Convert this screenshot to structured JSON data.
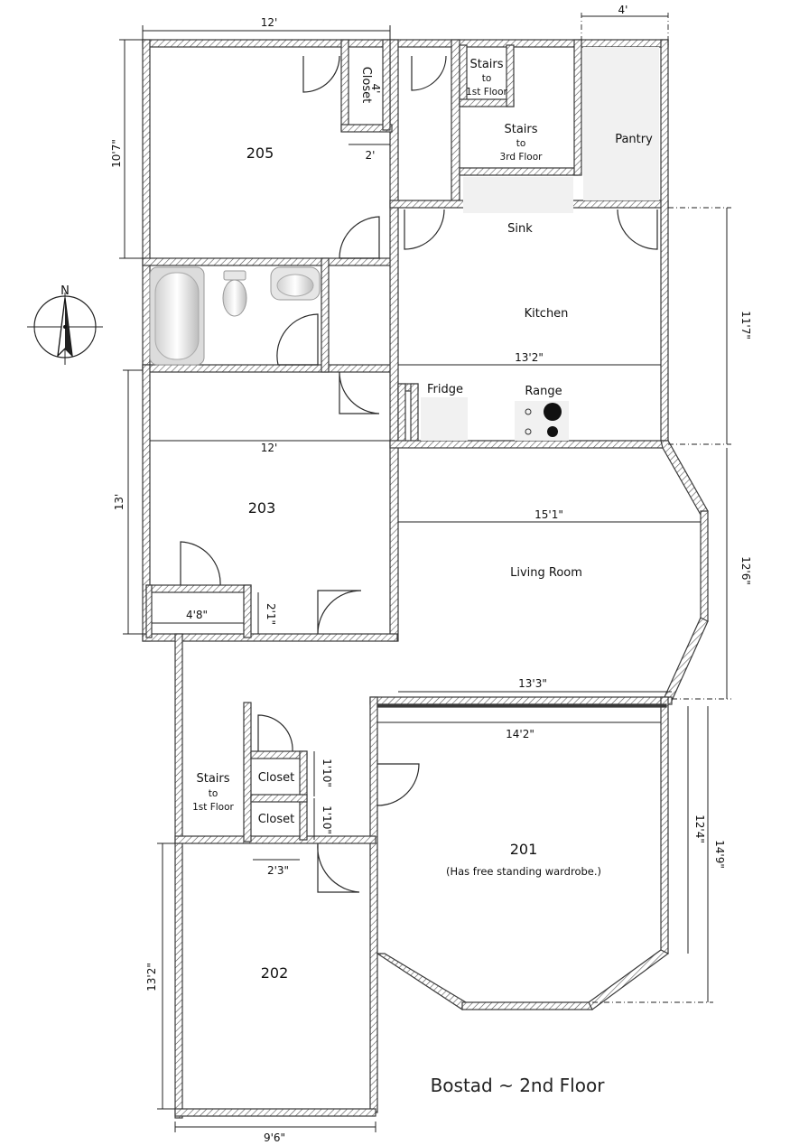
{
  "title": "Bostad ~ 2nd Floor",
  "compass": {
    "label": "N"
  },
  "rooms": {
    "r205": "205",
    "r203": "203",
    "r202": "202",
    "r201": "201",
    "r201_note": "(Has free standing wardrobe.)",
    "closet_205": "Closet",
    "stairs_1st_top_a": "Stairs",
    "stairs_1st_top_b": "to",
    "stairs_1st_top_c": "1st Floor",
    "stairs_3rd_a": "Stairs",
    "stairs_3rd_b": "to",
    "stairs_3rd_c": "3rd Floor",
    "pantry": "Pantry",
    "sink": "Sink",
    "kitchen": "Kitchen",
    "fridge": "Fridge",
    "range": "Range",
    "living_room": "Living Room",
    "stairs_1st_low_a": "Stairs",
    "stairs_1st_low_b": "to",
    "stairs_1st_low_c": "1st Floor",
    "closet_a": "Closet",
    "closet_b": "Closet"
  },
  "dimensions": {
    "d205_width": "12'",
    "d205_height": "10'7\"",
    "closet_205_depth": "4'",
    "closet_205_width": "2'",
    "pantry_width": "4'",
    "kitchen_width": "13'2\"",
    "kitchen_height": "11'7\"",
    "d203_width": "12'",
    "d203_height": "13'",
    "closet_203_width": "4'8\"",
    "closet_203_depth": "2'1\"",
    "living_top": "15'1\"",
    "living_bottom": "13'3\"",
    "living_height": "12'6\"",
    "d201_width": "14'2\"",
    "d201_height_inner": "12'4\"",
    "d201_height_outer": "14'9\"",
    "closet_a_depth": "1'10\"",
    "closet_b_depth": "1'10\"",
    "closets_width": "2'3\"",
    "d202_height": "13'2\"",
    "d202_width": "9'6\""
  }
}
